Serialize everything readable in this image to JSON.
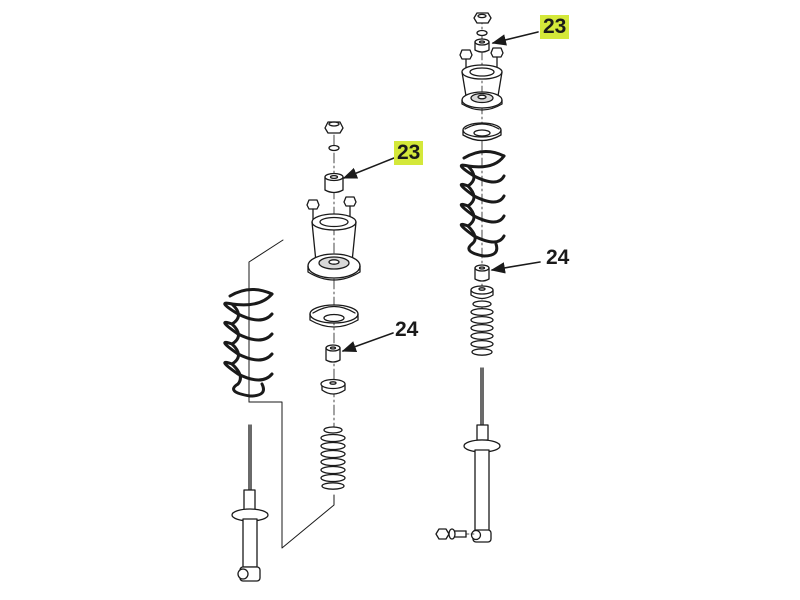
{
  "callouts": {
    "left_23": "23",
    "right_23": "23",
    "left_24": "24",
    "right_24": "24"
  },
  "colors": {
    "line": "#1a1a1a",
    "part_fill": "#ffffff",
    "shade": "#d8d8d8",
    "highlight": "#d4e83a"
  }
}
